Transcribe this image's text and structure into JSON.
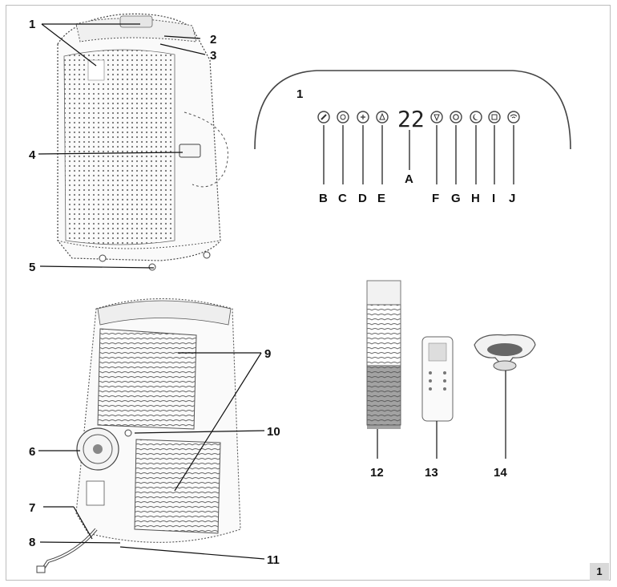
{
  "figure": {
    "page_number": "1",
    "unit_callouts": [
      "1",
      "2",
      "3",
      "4",
      "5"
    ],
    "rear_callouts": [
      "6",
      "7",
      "8",
      "9",
      "10",
      "11"
    ],
    "panel_number": "1",
    "display_value": "22",
    "panel_letters": [
      "A",
      "B",
      "C",
      "D",
      "E",
      "F",
      "G",
      "H",
      "I",
      "J"
    ],
    "accessory_callouts": [
      "12",
      "13",
      "14"
    ]
  },
  "icons": [
    "pencil-icon",
    "fan-icon",
    "fan-speed-icon",
    "triangle-up-icon",
    "triangle-down-icon",
    "timer-icon",
    "moon-icon",
    "clock-icon",
    "wifi-icon"
  ]
}
